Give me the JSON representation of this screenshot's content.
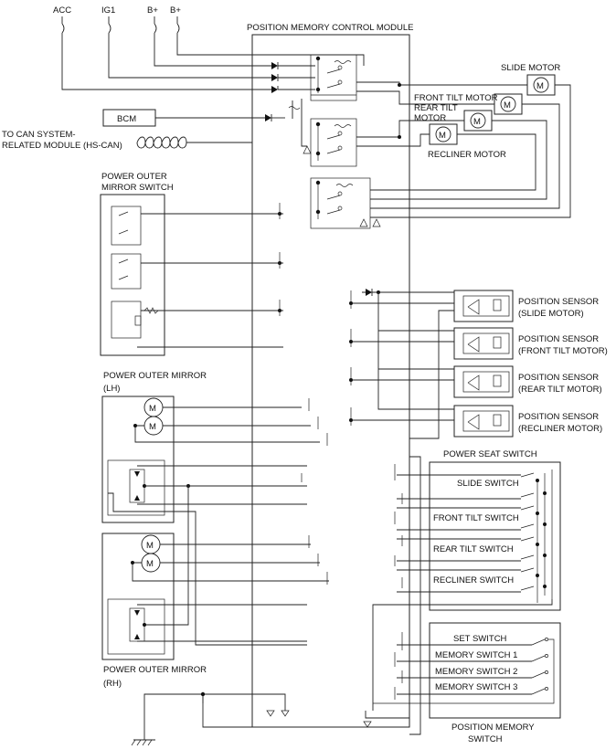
{
  "module": {
    "title": "POSITION MEMORY CONTROL MODULE"
  },
  "power_inputs": [
    "ACC",
    "IG1",
    "B+",
    "B+"
  ],
  "bcm": "BCM",
  "can": {
    "line1": "TO CAN SYSTEM-",
    "line2": "RELATED MODULE (HS-CAN)"
  },
  "motors": {
    "slide": "SLIDE MOTOR",
    "front_tilt": "FRONT TILT MOTOR",
    "rear_tilt_1": "REAR TILT",
    "rear_tilt_2": "MOTOR",
    "recliner": "RECLINER MOTOR",
    "symbol": "M"
  },
  "mirror_switch": {
    "line1": "POWER OUTER",
    "line2": "MIRROR SWITCH"
  },
  "mirror_lh": {
    "line1": "POWER OUTER MIRROR",
    "line2": "(LH)"
  },
  "mirror_rh": {
    "line1": "POWER OUTER MIRROR",
    "line2": "(RH)"
  },
  "sensors": [
    {
      "line1": "POSITION SENSOR",
      "line2": "(SLIDE MOTOR)"
    },
    {
      "line1": "POSITION SENSOR",
      "line2": "(FRONT TILT MOTOR)"
    },
    {
      "line1": "POSITION SENSOR",
      "line2": "(REAR TILT MOTOR)"
    },
    {
      "line1": "POSITION SENSOR",
      "line2": "(RECLINER MOTOR)"
    }
  ],
  "power_seat_switch": {
    "title": "POWER SEAT SWITCH",
    "items": [
      "SLIDE SWITCH",
      "FRONT TILT SWITCH",
      "REAR TILT SWITCH",
      "RECLINER SWITCH"
    ]
  },
  "memory_switch": {
    "items": [
      "SET SWITCH",
      "MEMORY SWITCH 1",
      "MEMORY SWITCH 2",
      "MEMORY SWITCH 3"
    ],
    "title1": "POSITION MEMORY",
    "title2": "SWITCH"
  }
}
